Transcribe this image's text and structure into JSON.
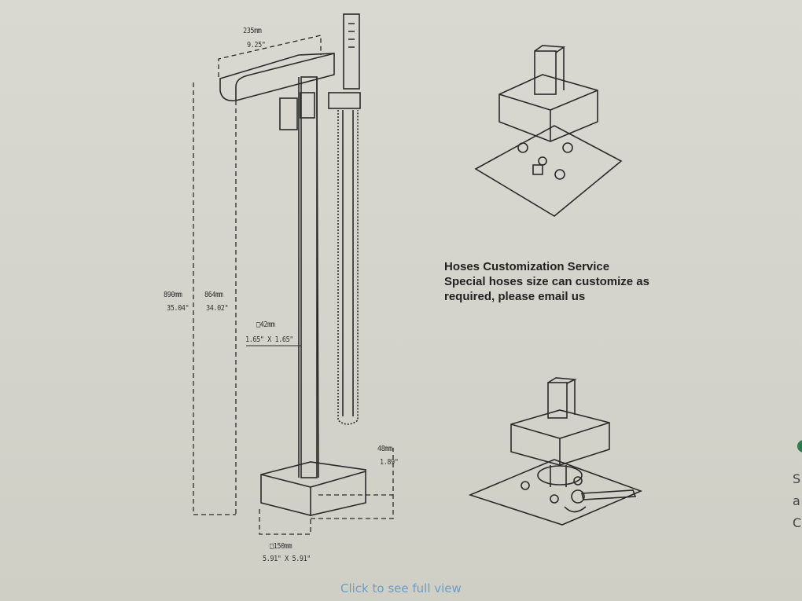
{
  "diagram": {
    "dimensions": {
      "spout_reach_mm": "235mm",
      "spout_reach_in": "9.25\"",
      "total_height_mm": "890mm",
      "total_height_in": "35.04\"",
      "spout_height_mm": "864mm",
      "spout_height_in": "34.02\"",
      "pipe_size_mm": "□42mm",
      "pipe_size_in": "1.65\" X 1.65\"",
      "base_height_mm": "48mm",
      "base_height_in": "1.89\"",
      "base_size_mm": "□150mm",
      "base_size_in": "5.91\" X 5.91\""
    },
    "note": {
      "title": "Hoses Customization Service",
      "line1": "Special hoses size can customize as",
      "line2": "required, please email us"
    }
  },
  "link": {
    "full_view": "Click to see full view"
  },
  "edge_letters": [
    "S",
    "a",
    "C"
  ],
  "colors": {
    "background": "#d6d6cf",
    "line": "#2a2a2a",
    "link": "#6b9ec4",
    "accent_green": "#2e7d4f"
  }
}
